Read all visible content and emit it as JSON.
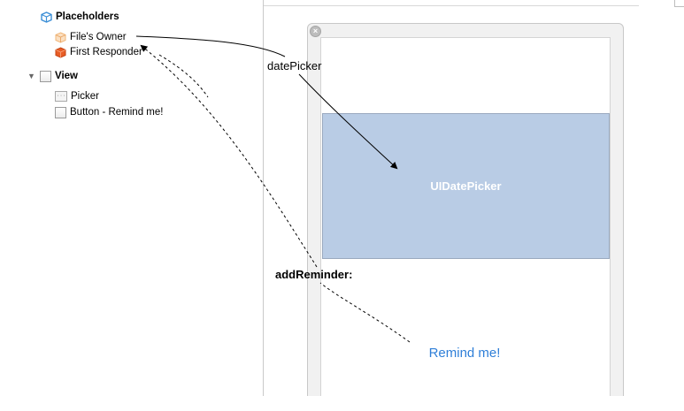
{
  "outline": {
    "placeholders_label": "Placeholders",
    "files_owner_label": "File's Owner",
    "first_responder_label": "First Responder",
    "view_label": "View",
    "picker_label": "Picker",
    "button_label": "Button - Remind me!"
  },
  "canvas": {
    "date_picker_label": "UIDatePicker",
    "remind_button_label": "Remind me!"
  },
  "connections": {
    "outlet_label": "datePicker",
    "action_label": "addReminder:"
  },
  "icons": {
    "placeholders": "cube-outline-icon",
    "files_owner": "files-owner-cube-icon",
    "first_responder": "first-responder-cube-icon",
    "view": "view-icon",
    "picker": "picker-icon",
    "button": "button-icon",
    "close": "close-icon",
    "disclosure": "disclosure-triangle-icon"
  },
  "colors": {
    "date_picker_fill": "#b9cce5",
    "button_text": "#2f7fd8",
    "placeholder_icon": "#3c8fd6",
    "files_owner_icon": "#f2b77a",
    "first_responder_icon": "#e85d26"
  }
}
